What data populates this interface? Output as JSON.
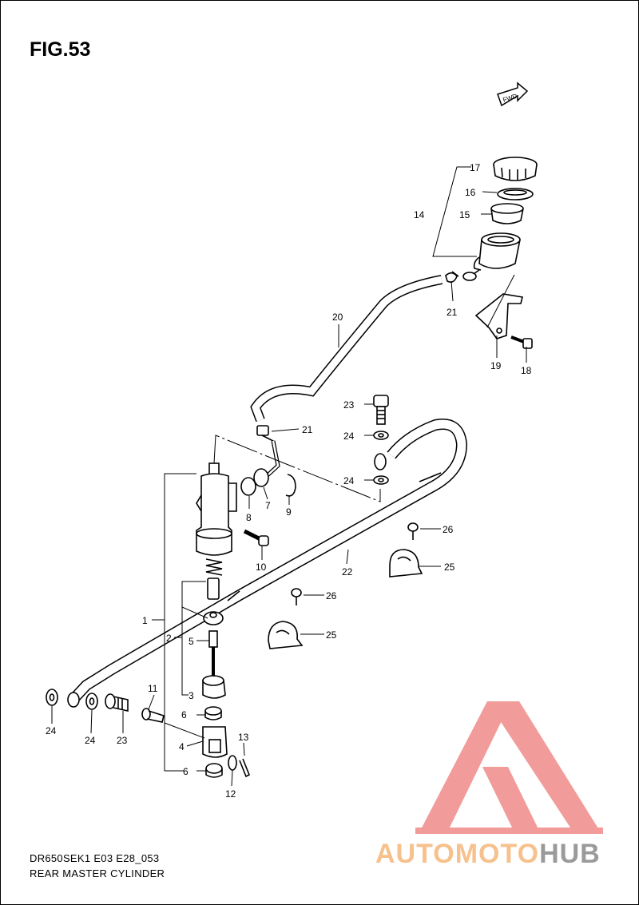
{
  "figure": {
    "title": "FIG.53",
    "model_code": "DR650SEK1 E03 E28_053",
    "caption": "REAR MASTER CYLINDER",
    "fwd_label": "FWD"
  },
  "watermark": {
    "part1": "AUTOMOTO",
    "part2": "HUB",
    "colors": {
      "triangle": "#f08a8a",
      "text_orange": "#f6c18c",
      "text_gray": "#9a9a9a"
    }
  },
  "callouts": [
    "17",
    "16",
    "15",
    "14",
    "21",
    "20",
    "19",
    "18",
    "23",
    "24",
    "21",
    "24",
    "8",
    "7",
    "9",
    "26",
    "10",
    "22",
    "25",
    "26",
    "1",
    "2",
    "5",
    "25",
    "3",
    "11",
    "6",
    "24",
    "24",
    "23",
    "4",
    "13",
    "6",
    "12"
  ]
}
